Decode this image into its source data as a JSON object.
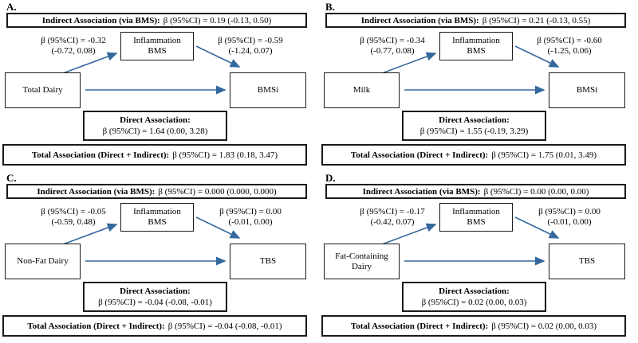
{
  "figure": {
    "arrow_color": "#34689c",
    "border_color": "#1a1a1a",
    "background_color": "#ffffff"
  },
  "panels": [
    {
      "label": "A.",
      "indirect_title": "Indirect Association (via BMS):",
      "indirect_value": "β (95%CI) = 0.19 (-0.13, 0.50)",
      "path_a": {
        "line1": "β (95%CI) = -0.32",
        "line2": "(-0.72, 0.08)"
      },
      "mediator": {
        "line1": "Inflammation",
        "line2": "BMS"
      },
      "path_b": {
        "line1": "β (95%CI) = -0.59",
        "line2": "(-1.24, 0.07)"
      },
      "exposure": "Total Dairy",
      "outcome": "BMSi",
      "direct_title": "Direct Association:",
      "direct_value": "β (95%CI) = 1.64 (0.00, 3.28)",
      "total_title": "Total Association (Direct + Indirect):",
      "total_value": "β (95%CI) = 1.83 (0.18, 3.47)"
    },
    {
      "label": "B.",
      "indirect_title": "Indirect Association (via BMS):",
      "indirect_value": "β (95%CI) = 0.21 (-0.13, 0.55)",
      "path_a": {
        "line1": "β (95%CI) = -0.34",
        "line2": "(-0.77, 0.08)"
      },
      "mediator": {
        "line1": "Inflammation",
        "line2": "BMS"
      },
      "path_b": {
        "line1": "β (95%CI) = -0.60",
        "line2": "(-1.25, 0.06)"
      },
      "exposure": "Milk",
      "outcome": "BMSi",
      "direct_title": "Direct Association:",
      "direct_value": "β (95%CI) = 1.55 (-0.19, 3.29)",
      "total_title": "Total Association (Direct + Indirect):",
      "total_value": "β (95%CI) = 1.75 (0.01, 3.49)"
    },
    {
      "label": "C.",
      "indirect_title": "Indirect Association (via BMS):",
      "indirect_value": "β (95%CI) = 0.000 (0.000, 0.000)",
      "path_a": {
        "line1": "β (95%CI) = -0.05",
        "line2": "(-0.59, 0.48)"
      },
      "mediator": {
        "line1": "Inflammation",
        "line2": "BMS"
      },
      "path_b": {
        "line1": "β (95%CI) = 0.00",
        "line2": "(-0.01, 0.00)"
      },
      "exposure": "Non-Fat Dairy",
      "outcome": "TBS",
      "direct_title": "Direct Association:",
      "direct_value": "β (95%CI) = -0.04 (-0.08, -0.01)",
      "total_title": "Total Association (Direct + Indirect):",
      "total_value": "β (95%CI) = -0.04 (-0.08, -0.01)"
    },
    {
      "label": "D.",
      "indirect_title": "Indirect Association (via BMS):",
      "indirect_value": "β (95%CI) = 0.00 (0.00, 0.00)",
      "path_a": {
        "line1": "β (95%CI) = -0.17",
        "line2": "(-0.42, 0.07)"
      },
      "mediator": {
        "line1": "Inflammation",
        "line2": "BMS"
      },
      "path_b": {
        "line1": "β (95%CI) = 0.00",
        "line2": "(-0.01, 0.00)"
      },
      "exposure": "Fat-Containing Dairy",
      "outcome": "TBS",
      "direct_title": "Direct Association:",
      "direct_value": "β (95%CI) = 0.02 (0.00, 0.03)",
      "total_title": "Total Association (Direct + Indirect):",
      "total_value": "β (95%CI) = 0.02 (0.00, 0.03)"
    }
  ]
}
